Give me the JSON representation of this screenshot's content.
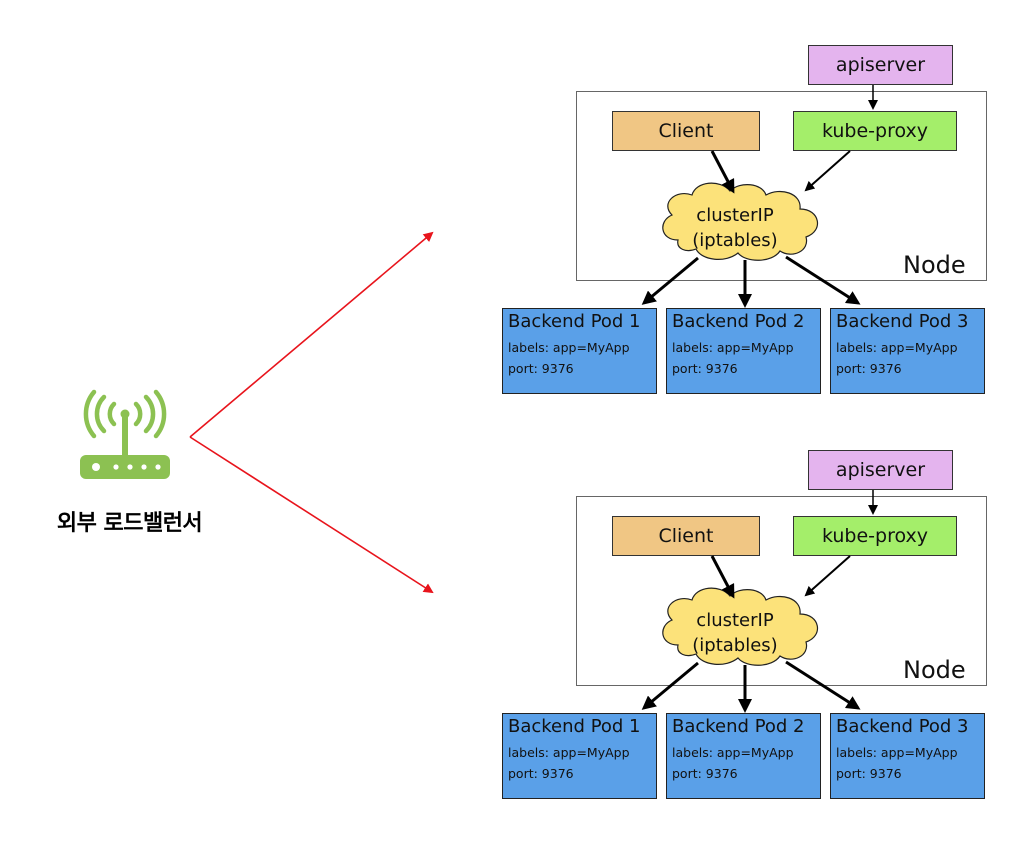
{
  "load_balancer": {
    "label": "외부 로드밸런서",
    "icon": "wifi-router-icon",
    "icon_color": "#8cc152"
  },
  "colors": {
    "arrow_red": "#e8141c",
    "apiserver_fill": "#e4b4ee",
    "client_fill": "#f0c684",
    "kube_proxy_fill": "#a4ee6a",
    "cloud_fill": "#fce27a",
    "pod_fill": "#5aa0e8"
  },
  "clusters": [
    {
      "apiserver": "apiserver",
      "client": "Client",
      "kube_proxy": "kube-proxy",
      "cloud_line1": "clusterIP",
      "cloud_line2": "(iptables)",
      "node": "Node",
      "pods": [
        {
          "title": "Backend Pod 1",
          "labels": "labels: app=MyApp",
          "port": "port: 9376"
        },
        {
          "title": "Backend Pod 2",
          "labels": "labels: app=MyApp",
          "port": "port: 9376"
        },
        {
          "title": "Backend Pod 3",
          "labels": "labels: app=MyApp",
          "port": "port: 9376"
        }
      ]
    },
    {
      "apiserver": "apiserver",
      "client": "Client",
      "kube_proxy": "kube-proxy",
      "cloud_line1": "clusterIP",
      "cloud_line2": "(iptables)",
      "node": "Node",
      "pods": [
        {
          "title": "Backend Pod 1",
          "labels": "labels: app=MyApp",
          "port": "port: 9376"
        },
        {
          "title": "Backend Pod 2",
          "labels": "labels: app=MyApp",
          "port": "port: 9376"
        },
        {
          "title": "Backend Pod 3",
          "labels": "labels: app=MyApp",
          "port": "port: 9376"
        }
      ]
    }
  ]
}
